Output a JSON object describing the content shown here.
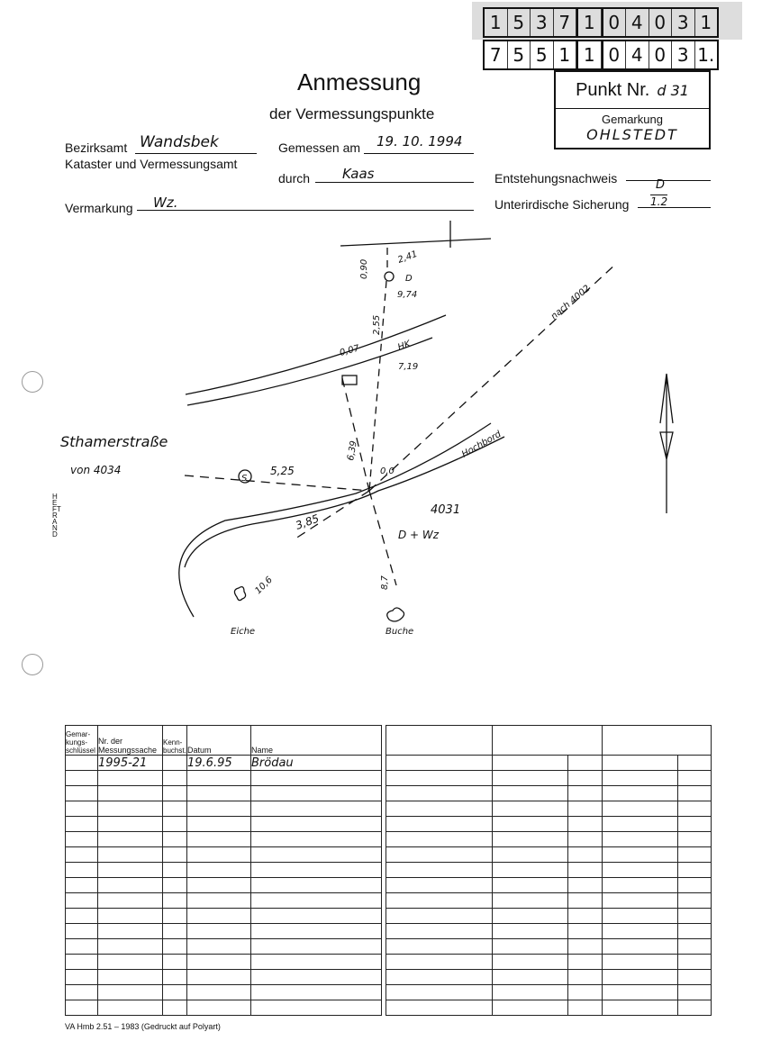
{
  "codes": {
    "row1": [
      "1",
      "5",
      "3",
      "7",
      "1",
      "0",
      "4",
      "0",
      "3",
      "1"
    ],
    "row2": [
      "7",
      "5",
      "5",
      "1",
      "1",
      "0",
      "4",
      "0",
      "3",
      "1."
    ]
  },
  "punkt": {
    "label": "Punkt Nr.",
    "value": "d 31",
    "gemarkung_label": "Gemarkung",
    "gemarkung": "OHLSTEDT"
  },
  "title": "Anmessung",
  "subtitle": "der Vermessungspunkte",
  "fields": {
    "bezirksamt_label": "Bezirksamt",
    "bezirksamt": "Wandsbek",
    "kataster": "Kataster und Vermessungsamt",
    "gemessen_label": "Gemessen am",
    "gemessen": "19. 10. 1994",
    "durch_label": "durch",
    "durch": "Kaas",
    "entstehung_label": "Entstehungsnachweis",
    "entstehung": "",
    "vermarkung_label": "Vermarkung",
    "vermarkung": "Wz.",
    "sicherung_label": "Unterirdische Sicherung",
    "sicherung_top": "D",
    "sicherung_bottom": "1.2"
  },
  "margin_label": "HEFTRAND",
  "sketch": {
    "street": "Sthamerstraße",
    "von": "von 4034",
    "nach": "nach 4002",
    "hochbord": "Hochbord",
    "hk": "HK",
    "point": "4031",
    "point_type": "D + Wz",
    "d_label": "D",
    "eiche": "Eiche",
    "buche": "Buche",
    "m_090": "0,90",
    "m_241": "2,41",
    "m_974": "9,74",
    "m_255": "2,55",
    "m_007": "0,07",
    "m_719": "7,19",
    "m_639": "6,39",
    "m_525": "5,25",
    "m_00": "0,0",
    "m_385": "3,85",
    "m_106": "10,6",
    "m_87": "8,7",
    "s": "S"
  },
  "table": {
    "headers": [
      "Gemar-kungs-schlüssel",
      "Nr. der Messungssache",
      "Kenn-buchst.",
      "Datum",
      "Name"
    ],
    "rows": [
      [
        "",
        "1995-21",
        "",
        "19.6.95",
        "Brödau"
      ]
    ]
  },
  "footer": "VA Hmb 2.51 – 1983 (Gedruckt auf Polyart)"
}
